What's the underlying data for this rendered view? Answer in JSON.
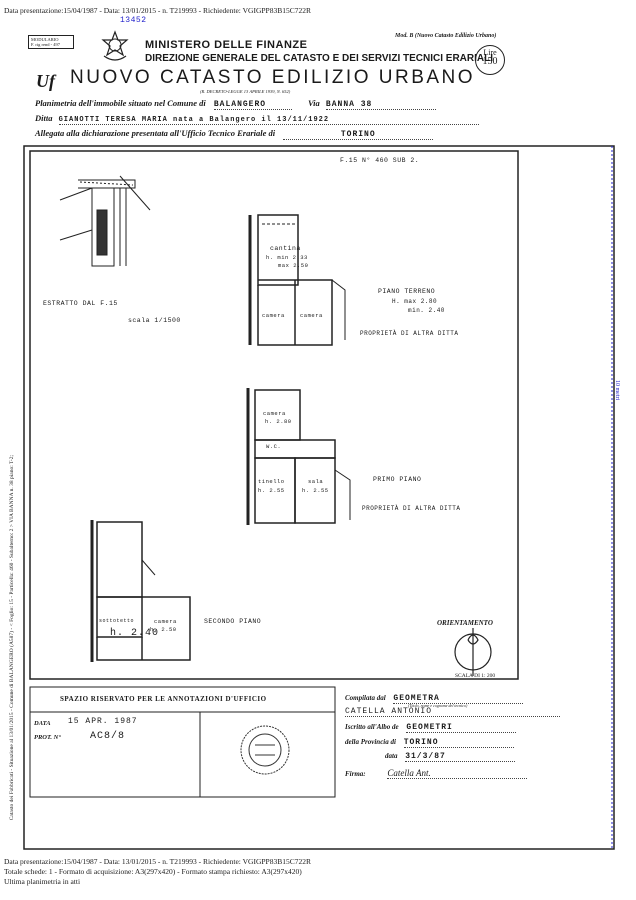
{
  "top_header": "Data presentazione:15/04/1987 - Data: 13/01/2015 - n. T219993 - Richiedente: VGIGPP83B15C722R",
  "top_handnote": "13452",
  "modulario_box": [
    "MODULARIO",
    "F. rig rend - 497"
  ],
  "ministero": "MINISTERO DELLE FINANZE",
  "direzione": "DIREZIONE GENERALE DEL CATASTO E DEI SERVIZI TECNICI ERARIALI",
  "mod_b": "Mod. B (Nuovo Catasto Edilizio Urbano)",
  "lire_label": "Lire",
  "lire_value": "150",
  "nuovo_catasto": "NUOVO CATASTO EDILIZIO URBANO",
  "decreto": "(R. DECRETO-LEGGE 13 APRILE 1939, N. 652)",
  "ufficio_sigla": "Uf",
  "form": {
    "planimetria_label": "Planimetria dell'immobile situato nel Comune di",
    "comune": "BALANGERO",
    "via_label": "Via",
    "via": "BANNA 38",
    "ditta_label": "Ditta",
    "ditta": "GIANOTTI TERESA MARIA nata a Balangero il 13/11/1922",
    "allegata_label": "Allegata alla dichiarazione presentata all'Ufficio Tecnico Erariale di",
    "ufficio": "TORINO"
  },
  "drawing": {
    "foglio_ref": "F.15 N° 460 SUB 2.",
    "estratto": "ESTRATTO DAL F.15",
    "scala_estratto": "scala 1/1500",
    "cantina": "cantina",
    "cantina_h1": "h. min 2.33",
    "cantina_h2": "max 2.50",
    "camera": "camera",
    "camera2": "camera",
    "piano_terreno": "PIANO TERRENO",
    "pt_hmax": "H. max 2.80",
    "pt_hmin": "min. 2.40",
    "proprieta_1": "PROPRIETÀ DI ALTRA DITTA",
    "camera_primo": "camera",
    "camera_primo_h": "h. 2.80",
    "wc": "W.C.",
    "tinello": "tinello",
    "tinello_h": "h. 2.55",
    "sala": "sala",
    "sala_h": "h. 2.55",
    "primo_piano": "PRIMO PIANO",
    "proprieta_2": "PROPRIETÀ DI ALTRA DITTA",
    "secondo_piano": "SECONDO PIANO",
    "sottotetto": "sottotetto",
    "sottotetto_h": "h. 2.40",
    "camera_secondo": "camera",
    "camera_secondo_h": "h. 2.50",
    "orientamento": "ORIENTAMENTO",
    "scala": "SCALA DI 1: 200"
  },
  "side_ruler": "10 metri",
  "side_vertical": "Catasto dei Fabbricati - Situazione al 13/01/2015 - Comune di BALANGERO (A587) - < Foglio: 15 - Particella: 460 - Subalterno: 2 > VIA BANNA n. 38 piano: T-2;",
  "annotazioni": {
    "title": "SPAZIO RISERVATO PER LE ANNOTAZIONI D'UFFICIO",
    "data_label": "DATA",
    "data_value": "15 APR. 1987",
    "prot_label": "PROT. N°",
    "prot_value": "AC8/8"
  },
  "compilato": {
    "label": "Compilata dal",
    "titolo": "GEOMETRA",
    "titolo_note": "(Titolo, nome e cognome del tecnico)",
    "nome": "CATELLA ANTONIO",
    "iscritto_label": "Iscritto all'Albo de",
    "albo": "GEOMETRI",
    "provincia_label": "della Provincia di",
    "provincia": "TORINO",
    "data_label": "data",
    "data": "31/3/87",
    "firma_label": "Firma:",
    "firma": "Catella Ant."
  },
  "footer": [
    "Data presentazione:15/04/1987 - Data: 13/01/2015 - n. T219993 - Richiedente: VGIGPP83B15C722R",
    "Totale schede: 1 - Formato di acquisizione: A3(297x420) - Formato stampa richiesto: A3(297x420)",
    "Ultima planimetria in atti"
  ]
}
